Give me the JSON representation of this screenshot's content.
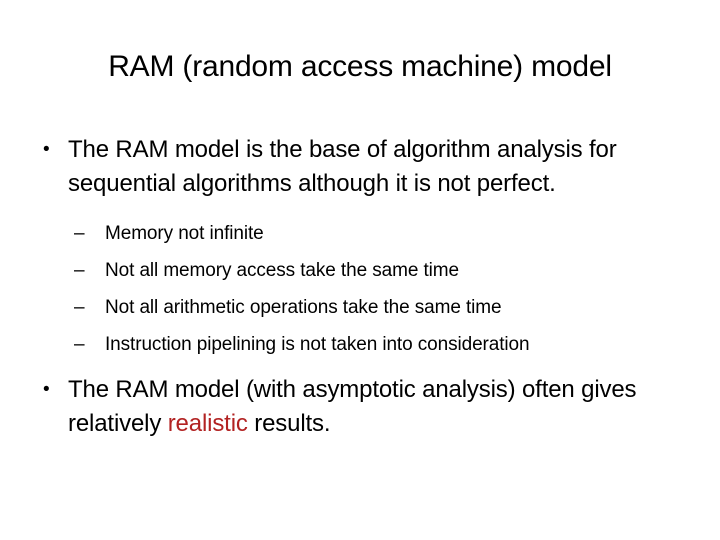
{
  "slide": {
    "title": "RAM (random access machine) model",
    "background_color": "#ffffff",
    "text_color": "#000000",
    "accent_color": "#b22222",
    "bullet_marker_level1": "•",
    "bullet_marker_level2": "–",
    "bullets": [
      {
        "level": 1,
        "marker": "•",
        "text": "The RAM model is the base of algorithm analysis for sequential algorithms although it is not perfect.",
        "lines": [
          "The RAM model is the base of algorithm analysis",
          "for sequential algorithms although it is not",
          "perfect."
        ]
      },
      {
        "level": 2,
        "marker": "–",
        "text": "Memory not infinite"
      },
      {
        "level": 2,
        "marker": "–",
        "text": "Not all memory access take the same time"
      },
      {
        "level": 2,
        "marker": "–",
        "text": "Not all arithmetic operations take the same time"
      },
      {
        "level": 2,
        "marker": "–",
        "text": "Instruction pipelining is not taken into consideration"
      },
      {
        "level": 1,
        "marker": "•",
        "text": "The RAM model (with asymptotic analysis) often gives relatively realistic results.",
        "segments": {
          "before": "The RAM model (with asymptotic analysis) often gives relatively ",
          "highlight": "realistic",
          "after": " results."
        }
      }
    ]
  }
}
